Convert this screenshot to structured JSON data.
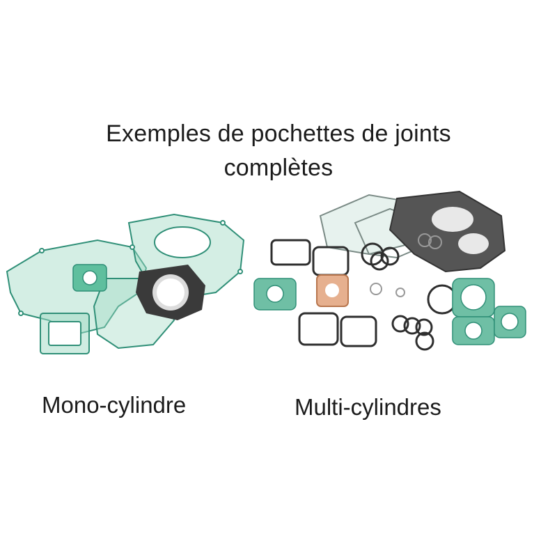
{
  "title": {
    "line1": "Exemples de pochettes de joints",
    "line2": "complètes"
  },
  "captions": {
    "mono": "Mono-cylindre",
    "multi": "Multi-cylindres"
  },
  "colors": {
    "background": "#ffffff",
    "text": "#1b1b1b",
    "gasket_green": "#6fbfa5",
    "gasket_dark": "#2e2e2e",
    "gasket_copper": "#e0a07a"
  }
}
